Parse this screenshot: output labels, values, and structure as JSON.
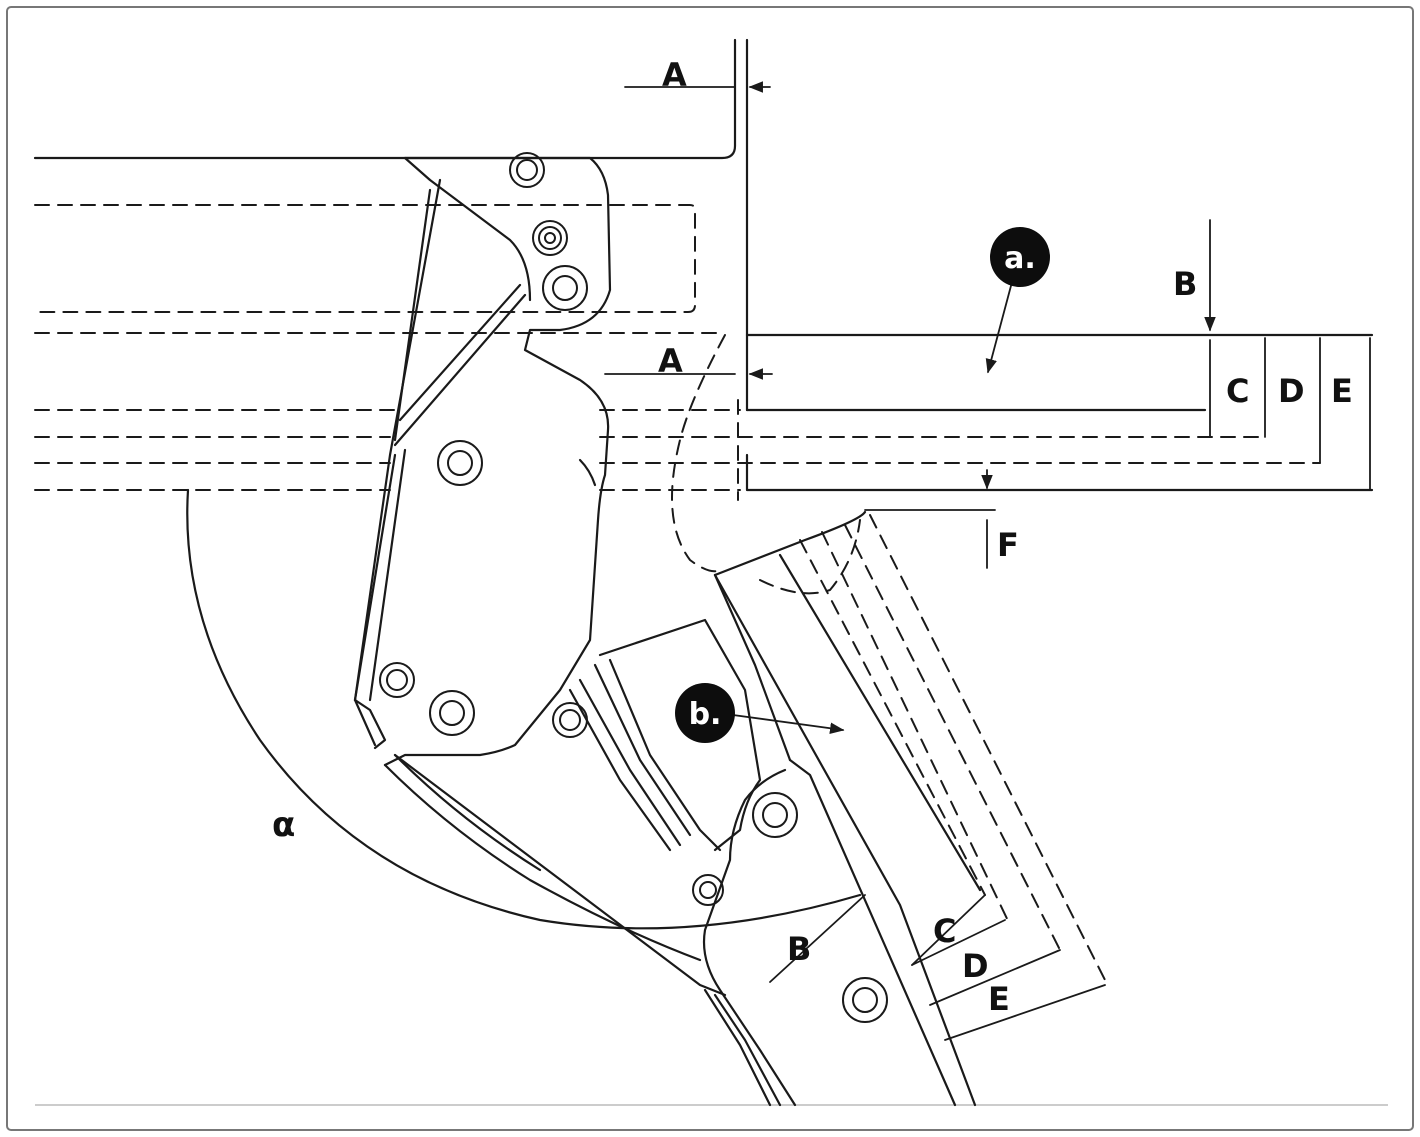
{
  "labels": {
    "dim_a": "A",
    "dim_b": "B",
    "dim_c": "C",
    "dim_d": "D",
    "dim_e": "E",
    "dim_f": "F",
    "angle": "α"
  },
  "callouts": {
    "a": "a.",
    "b": "b."
  },
  "colors": {
    "line": "#1a1a1a",
    "badge": "#0d0d0d",
    "frame": "#777777"
  }
}
